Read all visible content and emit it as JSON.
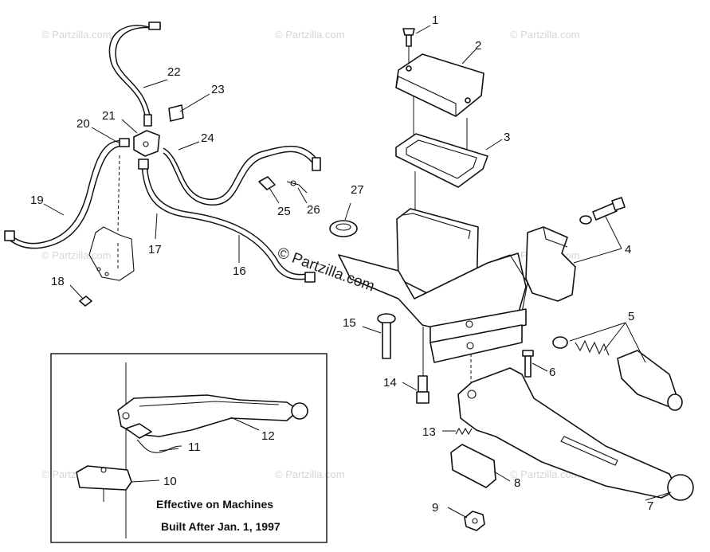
{
  "watermark": {
    "text": "© Partzilla.com"
  },
  "callouts": {
    "c1": "1",
    "c2": "2",
    "c3": "3",
    "c4": "4",
    "c5": "5",
    "c6": "6",
    "c7": "7",
    "c8": "8",
    "c9": "9",
    "c10": "10",
    "c11": "11",
    "c12": "12",
    "c13": "13",
    "c14": "14",
    "c15": "15",
    "c16": "16",
    "c17": "17",
    "c18": "18",
    "c19": "19",
    "c20": "20",
    "c21": "21",
    "c22": "22",
    "c23": "23",
    "c24": "24",
    "c25": "25",
    "c26": "26",
    "c27": "27"
  },
  "inset_note": {
    "line1": "Effective on Machines",
    "line2": "Built After Jan. 1, 1997"
  }
}
